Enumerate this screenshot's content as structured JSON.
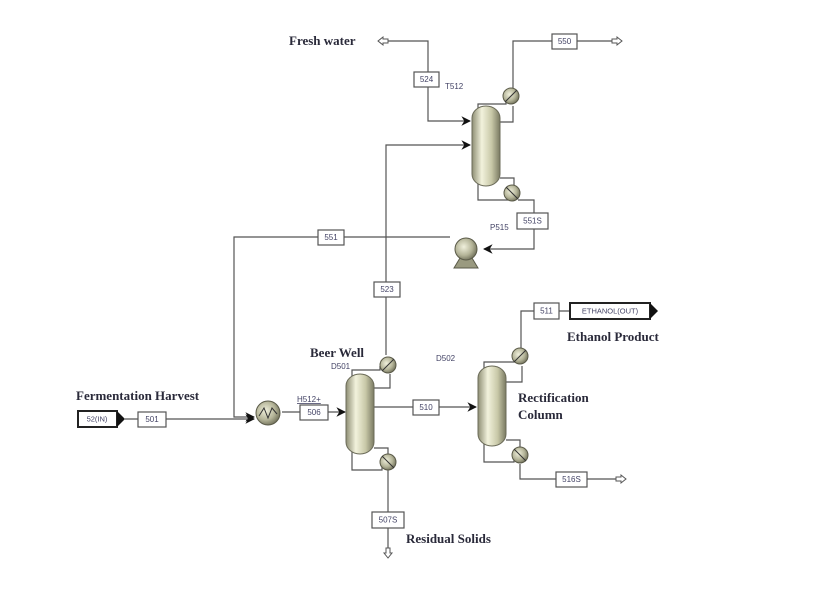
{
  "diagram": {
    "type": "process-flow-diagram",
    "labels": {
      "fresh_water": "Fresh water",
      "fermentation_harvest": "Fermentation Harvest",
      "beer_well": "Beer Well",
      "ethanol_product": "Ethanol Product",
      "rectification_column_line1": "Rectification",
      "rectification_column_line2": "Column",
      "residual_solids": "Residual Solids"
    },
    "blocks": {
      "t512": "T512",
      "p515": "P515",
      "d501": "D501",
      "d502": "D502",
      "h512": "H512+"
    },
    "streams": {
      "s524": "524",
      "s550": "550",
      "s551": "551",
      "s551s": "551S",
      "s523": "523",
      "s501": "501",
      "s506": "506",
      "s510": "510",
      "s511": "511",
      "s516s": "516S",
      "s507s": "507S"
    },
    "feeds": {
      "inlet": "52(IN)",
      "outlet": "ETHANOL(OUT)"
    },
    "colors": {
      "pipe": "#555555",
      "equipment": "#c8c8a8",
      "label": "#2a2a3a",
      "tag_text": "#444466"
    }
  }
}
